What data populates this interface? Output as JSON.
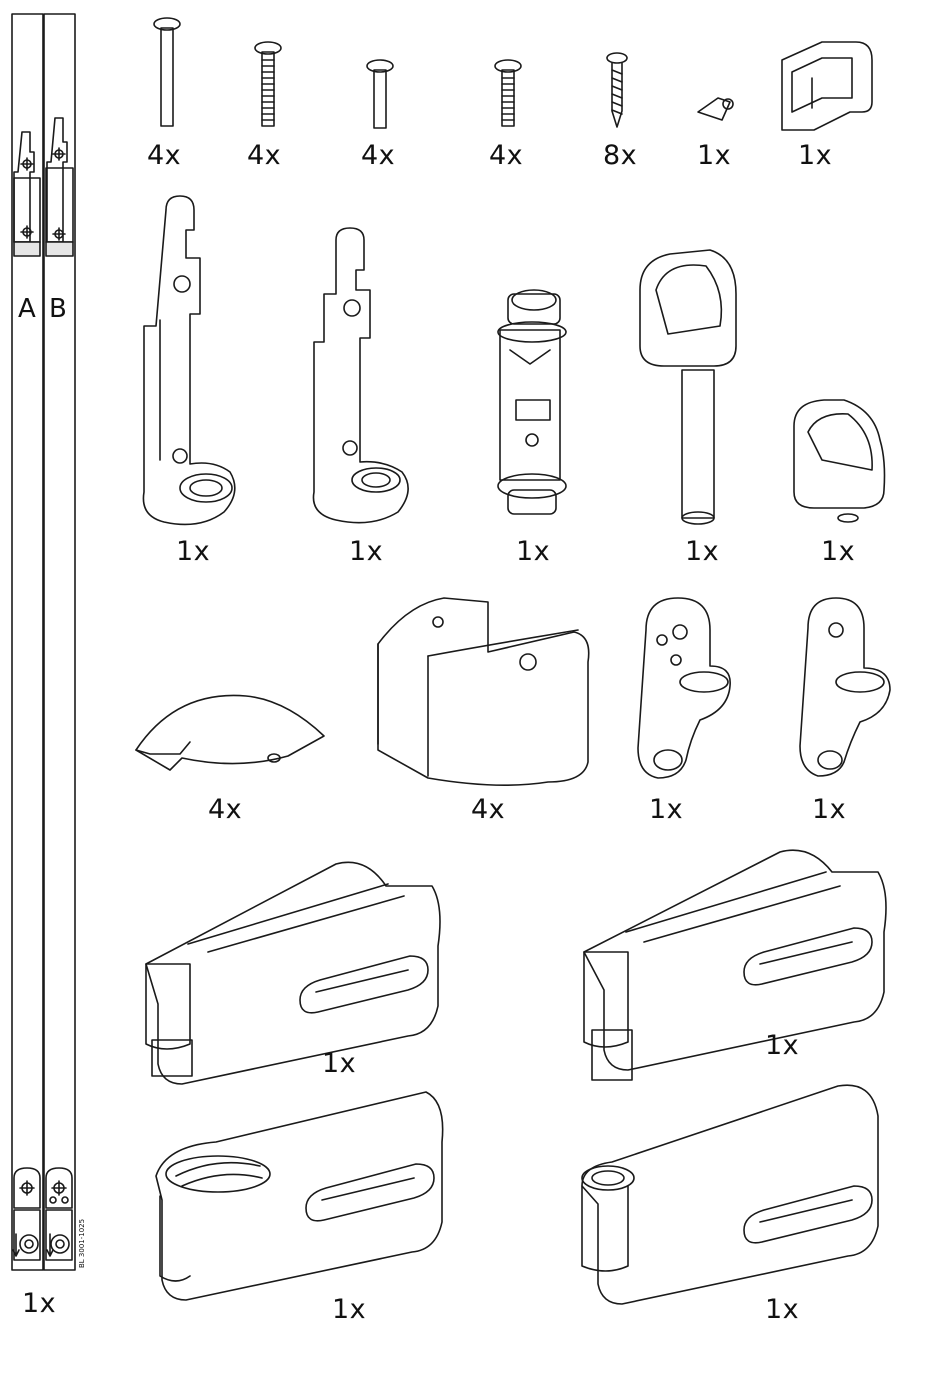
{
  "rails": {
    "labels": [
      "A",
      "B"
    ],
    "quantity": "1x",
    "part_number": "BL 3001-1025"
  },
  "rows": [
    {
      "quantities": [
        "4x",
        "4x",
        "4x",
        "4x",
        "8x",
        "1x",
        "1x"
      ]
    },
    {
      "quantities": [
        "1x",
        "1x",
        "1x",
        "1x",
        "1x"
      ]
    },
    {
      "quantities": [
        "4x",
        "4x",
        "1x",
        "1x"
      ]
    },
    {
      "quantities": [
        "1x",
        "1x"
      ]
    },
    {
      "quantities": [
        "1x",
        "1x"
      ]
    }
  ],
  "colors": {
    "line": "#1a1a1a",
    "shade": "#e6e6e6",
    "paper": "#ffffff"
  }
}
